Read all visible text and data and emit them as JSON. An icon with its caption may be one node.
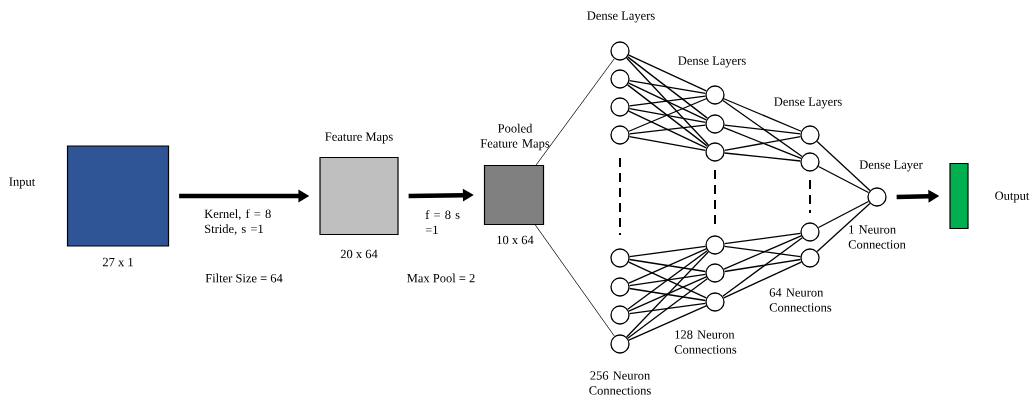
{
  "diagram": {
    "nodes": [
      {
        "text": [],
        "shape": "box",
        "beside": [
          "Input",
          "27 x 1"
        ]
      },
      {
        "text": [
          "Feature Maps"
        ],
        "beside": [
          "20 x 64"
        ]
      },
      {
        "text": [
          "Pooled Feature Maps"
        ],
        "beside": [
          "10 x 64"
        ]
      },
      {
        "text": [],
        "shape": "circle"
      },
      {
        "text": [],
        "shape": "circle"
      },
      {
        "text": [],
        "shape": "circle"
      },
      {
        "text": [],
        "shape": "circle"
      },
      {
        "text": [],
        "shape": "circle"
      },
      {
        "text": [],
        "shape": "circle"
      },
      {
        "text": [],
        "shape": "circle"
      },
      {
        "text": [],
        "shape": "circle"
      },
      {
        "text": [],
        "shape": "circle"
      },
      {
        "text": [],
        "shape": "circle"
      },
      {
        "text": [],
        "shape": "circle"
      },
      {
        "text": [],
        "shape": "circle"
      },
      {
        "text": [],
        "shape": "circle"
      },
      {
        "text": [],
        "shape": "circle"
      },
      {
        "text": [],
        "shape": "circle"
      },
      {
        "text": [],
        "shape": "circle"
      },
      {
        "text": [],
        "shape": "circle"
      },
      {
        "text": [],
        "shape": "circle"
      },
      {
        "text": [],
        "shape": "circle"
      },
      {
        "text": [],
        "shape": "bar",
        "beside": [
          "Output"
        ]
      }
    ],
    "edges": [
      {
        "from": 0,
        "to": 1,
        "arrow": "to",
        "label": "Kernel, f = 8 Stride, s =1",
        "style": "thick"
      },
      {
        "from": 1,
        "to": 2,
        "arrow": "to",
        "label": "f = 8 s =1",
        "style": "thick"
      },
      {
        "from": 2,
        "to": 3,
        "arrow": "none"
      },
      {
        "from": 2,
        "to": 10,
        "arrow": "none"
      },
      {
        "from": 3,
        "to": 11,
        "arrow": "none"
      },
      {
        "from": 3,
        "to": 12,
        "arrow": "none"
      },
      {
        "from": 3,
        "to": 13,
        "arrow": "none"
      },
      {
        "from": 4,
        "to": 11,
        "arrow": "none"
      },
      {
        "from": 4,
        "to": 12,
        "arrow": "none"
      },
      {
        "from": 4,
        "to": 13,
        "arrow": "none"
      },
      {
        "from": 5,
        "to": 11,
        "arrow": "none"
      },
      {
        "from": 5,
        "to": 12,
        "arrow": "none"
      },
      {
        "from": 5,
        "to": 13,
        "arrow": "none"
      },
      {
        "from": 6,
        "to": 11,
        "arrow": "none"
      },
      {
        "from": 6,
        "to": 12,
        "arrow": "none"
      },
      {
        "from": 6,
        "to": 13,
        "arrow": "none"
      },
      {
        "from": 7,
        "to": 14,
        "arrow": "none"
      },
      {
        "from": 7,
        "to": 15,
        "arrow": "none"
      },
      {
        "from": 7,
        "to": 16,
        "arrow": "none"
      },
      {
        "from": 8,
        "to": 14,
        "arrow": "none"
      },
      {
        "from": 8,
        "to": 15,
        "arrow": "none"
      },
      {
        "from": 8,
        "to": 16,
        "arrow": "none"
      },
      {
        "from": 9,
        "to": 14,
        "arrow": "none"
      },
      {
        "from": 9,
        "to": 15,
        "arrow": "none"
      },
      {
        "from": 9,
        "to": 16,
        "arrow": "none"
      },
      {
        "from": 10,
        "to": 14,
        "arrow": "none"
      },
      {
        "from": 10,
        "to": 15,
        "arrow": "none"
      },
      {
        "from": 10,
        "to": 16,
        "arrow": "none"
      },
      {
        "from": 11,
        "to": 17,
        "arrow": "none"
      },
      {
        "from": 11,
        "to": 18,
        "arrow": "none"
      },
      {
        "from": 12,
        "to": 17,
        "arrow": "none"
      },
      {
        "from": 12,
        "to": 18,
        "arrow": "none"
      },
      {
        "from": 13,
        "to": 17,
        "arrow": "none"
      },
      {
        "from": 13,
        "to": 18,
        "arrow": "none"
      },
      {
        "from": 14,
        "to": 19,
        "arrow": "none"
      },
      {
        "from": 14,
        "to": 20,
        "arrow": "none"
      },
      {
        "from": 15,
        "to": 19,
        "arrow": "none"
      },
      {
        "from": 15,
        "to": 20,
        "arrow": "none"
      },
      {
        "from": 16,
        "to": 19,
        "arrow": "none"
      },
      {
        "from": 16,
        "to": 20,
        "arrow": "none"
      },
      {
        "from": 17,
        "to": 21,
        "arrow": "none"
      },
      {
        "from": 18,
        "to": 21,
        "arrow": "none"
      },
      {
        "from": 19,
        "to": 21,
        "arrow": "none"
      },
      {
        "from": 20,
        "to": 21,
        "arrow": "none"
      },
      {
        "from": 21,
        "to": 22,
        "arrow": "to",
        "style": "thick"
      }
    ],
    "labels": [
      "Dense Layers",
      "Dense Layers",
      "Dense Layers",
      "Dense Layer",
      "1 Neuron Connection",
      "Filter Size = 64",
      "Max Pool = 2",
      "64 Neuron Connections",
      "128 Neuron Connections",
      "256 Neuron Connections"
    ]
  }
}
